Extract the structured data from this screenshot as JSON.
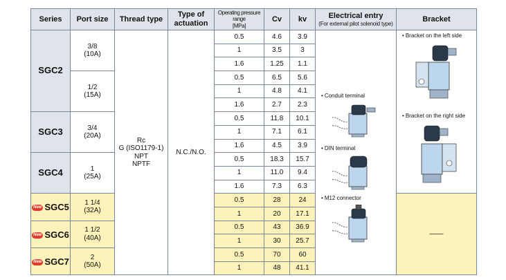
{
  "headers": {
    "series": "Series",
    "port_size": "Port size",
    "thread_type": "Thread type",
    "actuation_l1": "Type of",
    "actuation_l2": "actuation",
    "pressure_l1": "Operating pressure range",
    "pressure_l2": "[MPa]",
    "cv": "Cv",
    "kv": "kv",
    "elec_l1": "Electrical entry",
    "elec_l2": "(For external pilot solenoid type)",
    "bracket": "Bracket"
  },
  "thread": {
    "l1": "Rc",
    "l2": "G (ISO1179-1)",
    "l3": "NPT",
    "l4": "NPTF"
  },
  "actuation": "N.C./N.O.",
  "series": [
    {
      "name": "SGC2",
      "new": false
    },
    {
      "name": "SGC3",
      "new": false
    },
    {
      "name": "SGC4",
      "new": false
    },
    {
      "name": "SGC5",
      "new": true
    },
    {
      "name": "SGC6",
      "new": true
    },
    {
      "name": "SGC7",
      "new": true
    }
  ],
  "new_badge": "New",
  "ports": [
    {
      "l1": "3/8",
      "l2": "(10A)"
    },
    {
      "l1": "1/2",
      "l2": "(15A)"
    },
    {
      "l1": "3/4",
      "l2": "(20A)"
    },
    {
      "l1": "1",
      "l2": "(25A)"
    },
    {
      "l1": "1 1/4",
      "l2": "(32A)"
    },
    {
      "l1": "1 1/2",
      "l2": "(40A)"
    },
    {
      "l1": "2",
      "l2": "(50A)"
    }
  ],
  "rows": [
    {
      "p": "0.5",
      "cv": "4.6",
      "kv": "3.9"
    },
    {
      "p": "1",
      "cv": "3.5",
      "kv": "3"
    },
    {
      "p": "1.6",
      "cv": "1.25",
      "kv": "1.1"
    },
    {
      "p": "0.5",
      "cv": "6.5",
      "kv": "5.6"
    },
    {
      "p": "1",
      "cv": "4.8",
      "kv": "4.1"
    },
    {
      "p": "1.6",
      "cv": "2.7",
      "kv": "2.3"
    },
    {
      "p": "0.5",
      "cv": "11.8",
      "kv": "10.1"
    },
    {
      "p": "1",
      "cv": "7.1",
      "kv": "6.1"
    },
    {
      "p": "1.6",
      "cv": "4.5",
      "kv": "3.9"
    },
    {
      "p": "0.5",
      "cv": "18.3",
      "kv": "15.7"
    },
    {
      "p": "1",
      "cv": "11.0",
      "kv": "9.4"
    },
    {
      "p": "1.6",
      "cv": "7.3",
      "kv": "6.3"
    },
    {
      "p": "0.5",
      "cv": "28",
      "kv": "24"
    },
    {
      "p": "1",
      "cv": "20",
      "kv": "17.1"
    },
    {
      "p": "0.5",
      "cv": "43",
      "kv": "36.9"
    },
    {
      "p": "1",
      "cv": "30",
      "kv": "25.7"
    },
    {
      "p": "0.5",
      "cv": "70",
      "kv": "60"
    },
    {
      "p": "1",
      "cv": "48",
      "kv": "41.1"
    }
  ],
  "electrical": [
    {
      "bullet": "•",
      "label": "Conduit terminal"
    },
    {
      "bullet": "•",
      "label": "DIN terminal"
    },
    {
      "bullet": "•",
      "label": "M12 connector"
    }
  ],
  "bracket": {
    "left": "Bracket on the left side",
    "right": "Bracket on the right side",
    "bullet": "•",
    "none": "——"
  },
  "colors": {
    "header_bg": "#dfe4ea",
    "new_row_bg": "#fdf3ba",
    "new_badge": "#e23a28",
    "product_blue": "#bcd6ee"
  },
  "icons": [
    "conduit-terminal-valve-image",
    "din-terminal-valve-image",
    "m12-connector-valve-image",
    "valve-bracket-left-image",
    "valve-bracket-right-image"
  ]
}
